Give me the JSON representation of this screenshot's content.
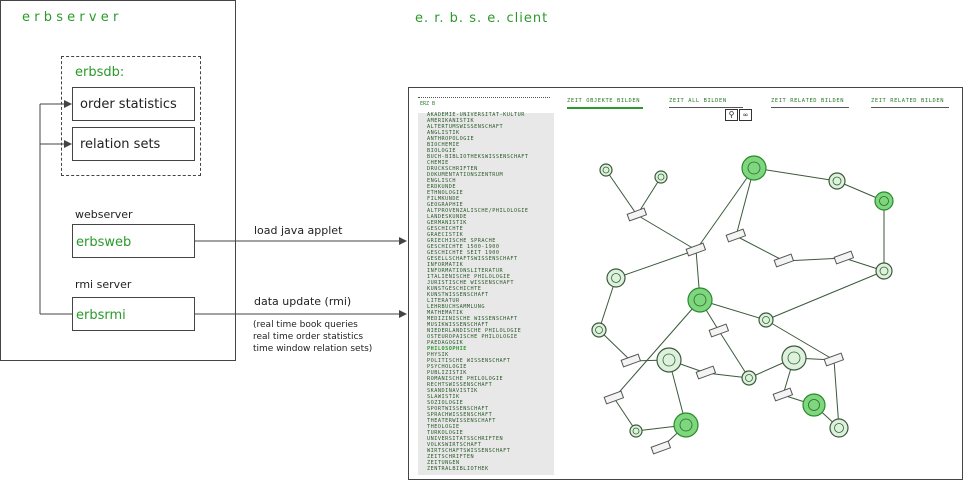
{
  "server": {
    "title": "erbserver",
    "db_label": "erbsdb:",
    "order_statistics": "order statistics",
    "relation_sets": "relation sets",
    "webserver_label": "webserver",
    "erbsweb": "erbsweb",
    "rmi_label": "rmi server",
    "erbsrmi": "erbsrmi"
  },
  "client": {
    "title": "e. r. b. s. e.  client"
  },
  "arrows": {
    "load_applet": "load java applet",
    "data_update": "data update (rmi)",
    "note_1": "(real time book queries",
    "note_2": "real time order statistics",
    "note_3": "time window relation sets)"
  },
  "applet": {
    "top_label": "ERZ B",
    "tabs": [
      "ZEIT OBJEKTE BILDEN",
      "ZEIT ALL BILDEN",
      "ZEIT RELATED BILDEN",
      "ZEIT RELATED BILDEN"
    ],
    "categories": [
      "AKADEMIE-UNIVERSITAT-KULTUR",
      "AMERIKANISTIK",
      "ALTERTUMSWISSENSCHAFT",
      "ANGLISTIK",
      "ANTHROPOLOGIE",
      "BIOCHEMIE",
      "BIOLOGIE",
      "BUCH-BIBLIOTHEKSWISSENSCHAFT",
      "CHEMIE",
      "DRUCKSCHRIFTEN",
      "DOKUMENTATIONSZENTRUM",
      "ENGLISCH",
      "ERDKUNDE",
      "ETHNOLOGIE",
      "FILMKUNDE",
      "GEOGRAPHIE",
      "ALTPROVENZALISCHE/PHILOLOGIE",
      "LANDESKUNDE",
      "GERMANISTIK",
      "GESCHICHTE",
      "GRAECISTIK",
      "GRIECHISCHE SPRACHE",
      "GESCHICHTE 1500-1900",
      "GESCHICHTE SEIT 1900",
      "GESELLSCHAFTSWISSENSCHAFT",
      "INFORMATIK",
      "INFORMATIONSLITERATUR",
      "ITALIENISCHE PHILOLOGIE",
      "JURISTISCHE WISSENSCHAFT",
      "KUNSTGESCHICHTE",
      "KUNSTWISSENSCHAFT",
      "LITERATUR",
      "LEHRBUCHSAMMLUNG",
      "MATHEMATIK",
      "MEDIZINISCHE WISSENSCHAFT",
      "MUSIKWISSENSCHAFT",
      "NIEDERLANDISCHE PHILOLOGIE",
      "OSTEUROPAISCHE PHILOLOGIE",
      "PAEDAGOGIK",
      "PHILOSOPHIE",
      "PHYSIK",
      "POLITISCHE WISSENSCHAFT",
      "PSYCHOLOGIE",
      "PUBLIZISTIK",
      "ROMANISCHE PHILOLOGIE",
      "RECHTSWISSENSCHAFT",
      "SKANDINAVISTIK",
      "SLAWISTIK",
      "SOZIOLOGIE",
      "SPORTWISSENSCHAFT",
      "SPRACHWISSENSCHAFT",
      "THEATERWISSENSCHAFT",
      "THEOLOGIE",
      "TURKOLOGIE",
      "UNIVERSITATSSCHRIFTEN",
      "VOLKSWIRTSCHAFT",
      "WIRTSCHAFTSWISSENSCHAFT",
      "ZEITSCHRIFTEN",
      "ZEITUNGEN",
      "ZENTRALBIBLIOTHEK"
    ]
  }
}
